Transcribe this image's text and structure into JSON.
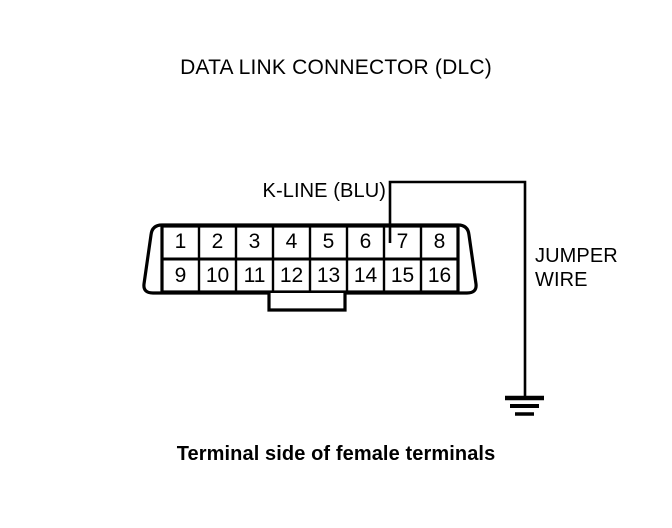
{
  "diagram": {
    "title": "DATA LINK CONNECTOR (DLC)",
    "caption": "Terminal side of female terminals",
    "background_color": "#ffffff",
    "line_color": "#000000"
  },
  "connector": {
    "name": "Data Link Connector (DLC)",
    "pin_count": 16,
    "rows": [
      {
        "row": "top",
        "pins": [
          "1",
          "2",
          "3",
          "4",
          "5",
          "6",
          "7",
          "8"
        ]
      },
      {
        "row": "bottom",
        "pins": [
          "9",
          "10",
          "11",
          "12",
          "13",
          "14",
          "15",
          "16"
        ]
      }
    ],
    "tab_spans_pins": [
      "12",
      "13"
    ]
  },
  "wiring": {
    "kline_label": "K-LINE (BLU)",
    "kline_pin": "7",
    "jumper_label_line1": "JUMPER",
    "jumper_label_line2": "WIRE",
    "ground_symbol": "earth-ground"
  }
}
